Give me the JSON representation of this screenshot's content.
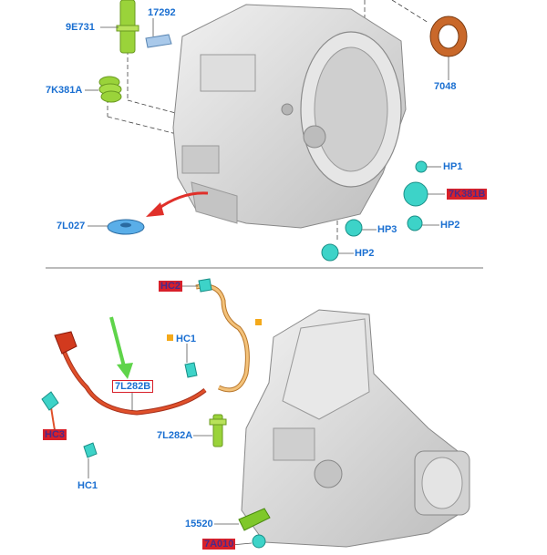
{
  "diagram": {
    "colors": {
      "callout_text": "#1a6fd1",
      "highlight_box": "#d8202a",
      "part_green": "#9ad33a",
      "part_cyan": "#3dd3c8",
      "part_orange": "#c9682a",
      "part_blue": "#5aaee8",
      "housing_gray": "#d9d9d9",
      "arrow_red": "#e0302a",
      "arrow_green": "#5fd44a"
    },
    "top_callouts": {
      "c9e731": "9E731",
      "c17292": "17292",
      "c7048": "7048",
      "c7k381a": "7K381A",
      "hp1": "HP1",
      "hp2a": "HP2",
      "hp3": "HP3",
      "hp2b": "HP2",
      "c7l027": "7L027",
      "redacted_right": "7K381B"
    },
    "bottom_callouts": {
      "redacted_top": "HC2",
      "hc1_upper": "HC1",
      "c7l282b": "7L282B",
      "c7l282a": "7L282A",
      "redacted_left": "HC3",
      "hc1_lower": "HC1",
      "c15520": "15520",
      "redacted_bottom": "7A010"
    },
    "icons": [
      "callout-leader-dot",
      "orange-square-marker",
      "red-curved-arrow",
      "green-down-arrow"
    ]
  }
}
